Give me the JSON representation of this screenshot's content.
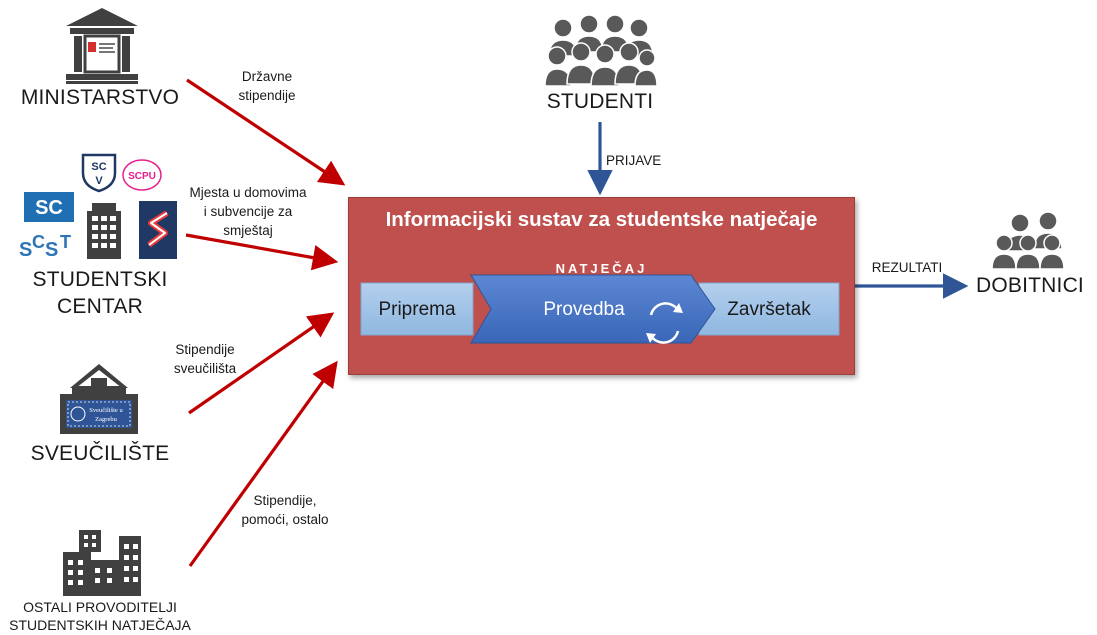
{
  "sources": {
    "ministry": {
      "label": "MINISTARSTVO"
    },
    "student_center": {
      "label_line1": "STUDENTSKI",
      "label_line2": "CENTAR"
    },
    "university": {
      "label": "SVEUČILIŠTE",
      "seal_text_line1": "Sveučilište u",
      "seal_text_line2": "Zagrebu"
    },
    "other": {
      "label_line1": "OSTALI PROVODITELJI",
      "label_line2": "STUDENTSKIH NATJEČAJA"
    }
  },
  "logos": {
    "sc": "SC",
    "scv": "SCV",
    "scpu": "SCPU",
    "scst": "SCST"
  },
  "edges": {
    "ministry": {
      "line1": "Državne",
      "line2": "stipendije"
    },
    "student_center": {
      "line1": "Mjesta u domovima",
      "line2": "i subvencije za",
      "line3": "smještaj"
    },
    "university": {
      "line1": "Stipendije",
      "line2": "sveučilišta"
    },
    "other": {
      "line1": "Stipendije,",
      "line2": "pomoći, ostalo"
    },
    "students": "PRIJAVE",
    "results": "REZULTATI"
  },
  "students": {
    "label": "STUDENTI"
  },
  "winners": {
    "label": "DOBITNICI"
  },
  "system": {
    "title": "Informacijski sustav za studentske natječaje",
    "process_label": "NATJEČAJ",
    "phases": [
      "Priprema",
      "Provedba",
      "Završetak"
    ]
  },
  "colors": {
    "red_arrow": "#c00000",
    "blue_arrow": "#2f5597",
    "system_box": "#c0504d",
    "phase_light": "#9dc3e6",
    "phase_dark": "#4472c4",
    "icon_gray": "#404040",
    "people_gray": "#595959"
  }
}
